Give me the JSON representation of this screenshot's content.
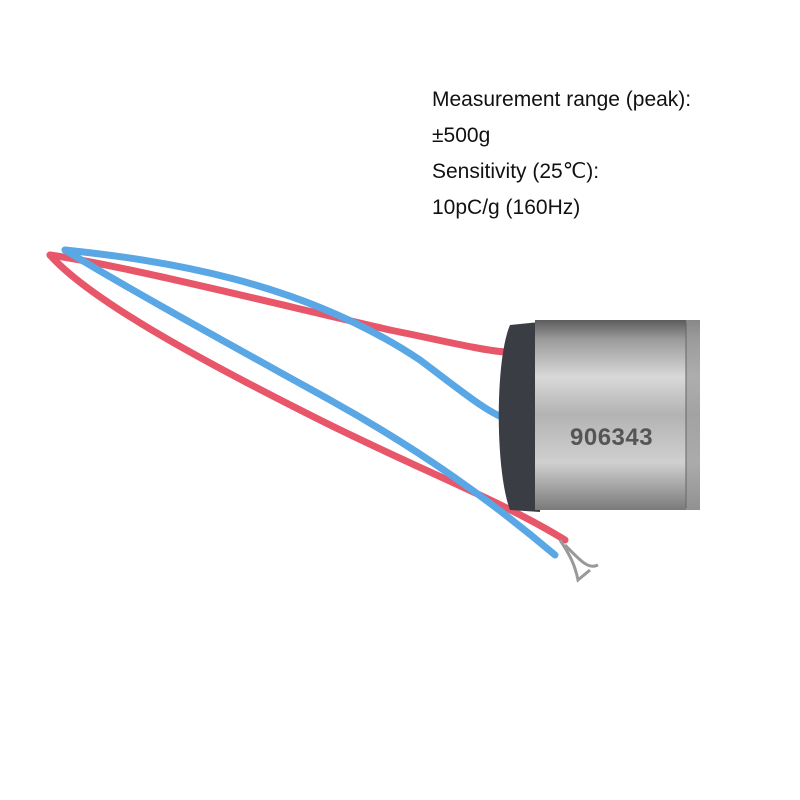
{
  "specs": {
    "line1": "Measurement range (peak):",
    "line2": "±500g",
    "line3": "Sensitivity (25℃):",
    "line4": "10pC/g (160Hz)"
  },
  "product": {
    "serial": "906343",
    "wire_colors": {
      "red": "#e8566a",
      "blue": "#5aa7e6"
    },
    "body_color": "#a9a9a9"
  }
}
